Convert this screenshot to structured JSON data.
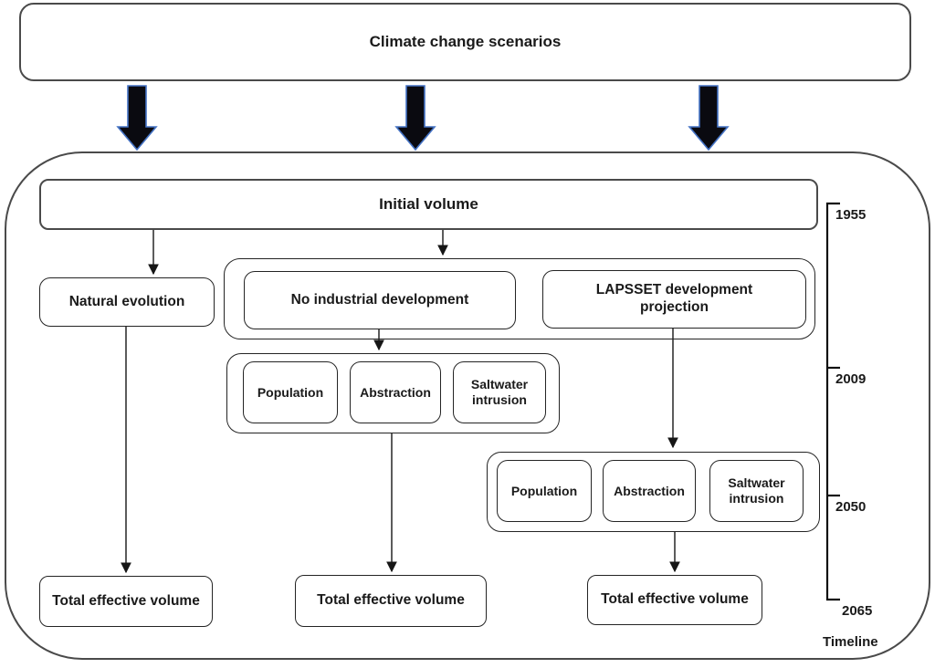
{
  "header": {
    "title": "Climate change scenarios"
  },
  "flow": {
    "initial_volume": "Initial volume",
    "natural_evolution": "Natural evolution",
    "no_industrial": "No industrial development",
    "lapsset": "LAPSSET development projection",
    "factor_groups": [
      {
        "items": [
          "Population",
          "Abstraction",
          "Saltwater intrusion"
        ]
      },
      {
        "items": [
          "Population",
          "Abstraction",
          "Saltwater intrusion"
        ]
      }
    ],
    "totals": [
      "Total effective volume",
      "Total effective volume",
      "Total effective volume"
    ]
  },
  "timeline": {
    "label": "Timeline",
    "years": [
      "1955",
      "2009",
      "2050",
      "2065"
    ]
  },
  "colors": {
    "border_outer": "#4a4a4a",
    "border_inner": "#242424",
    "connector": "#161616",
    "arrow_fill": "#0a0a10",
    "arrow_stroke": "#4472c4",
    "timeline_color": "#111111"
  }
}
